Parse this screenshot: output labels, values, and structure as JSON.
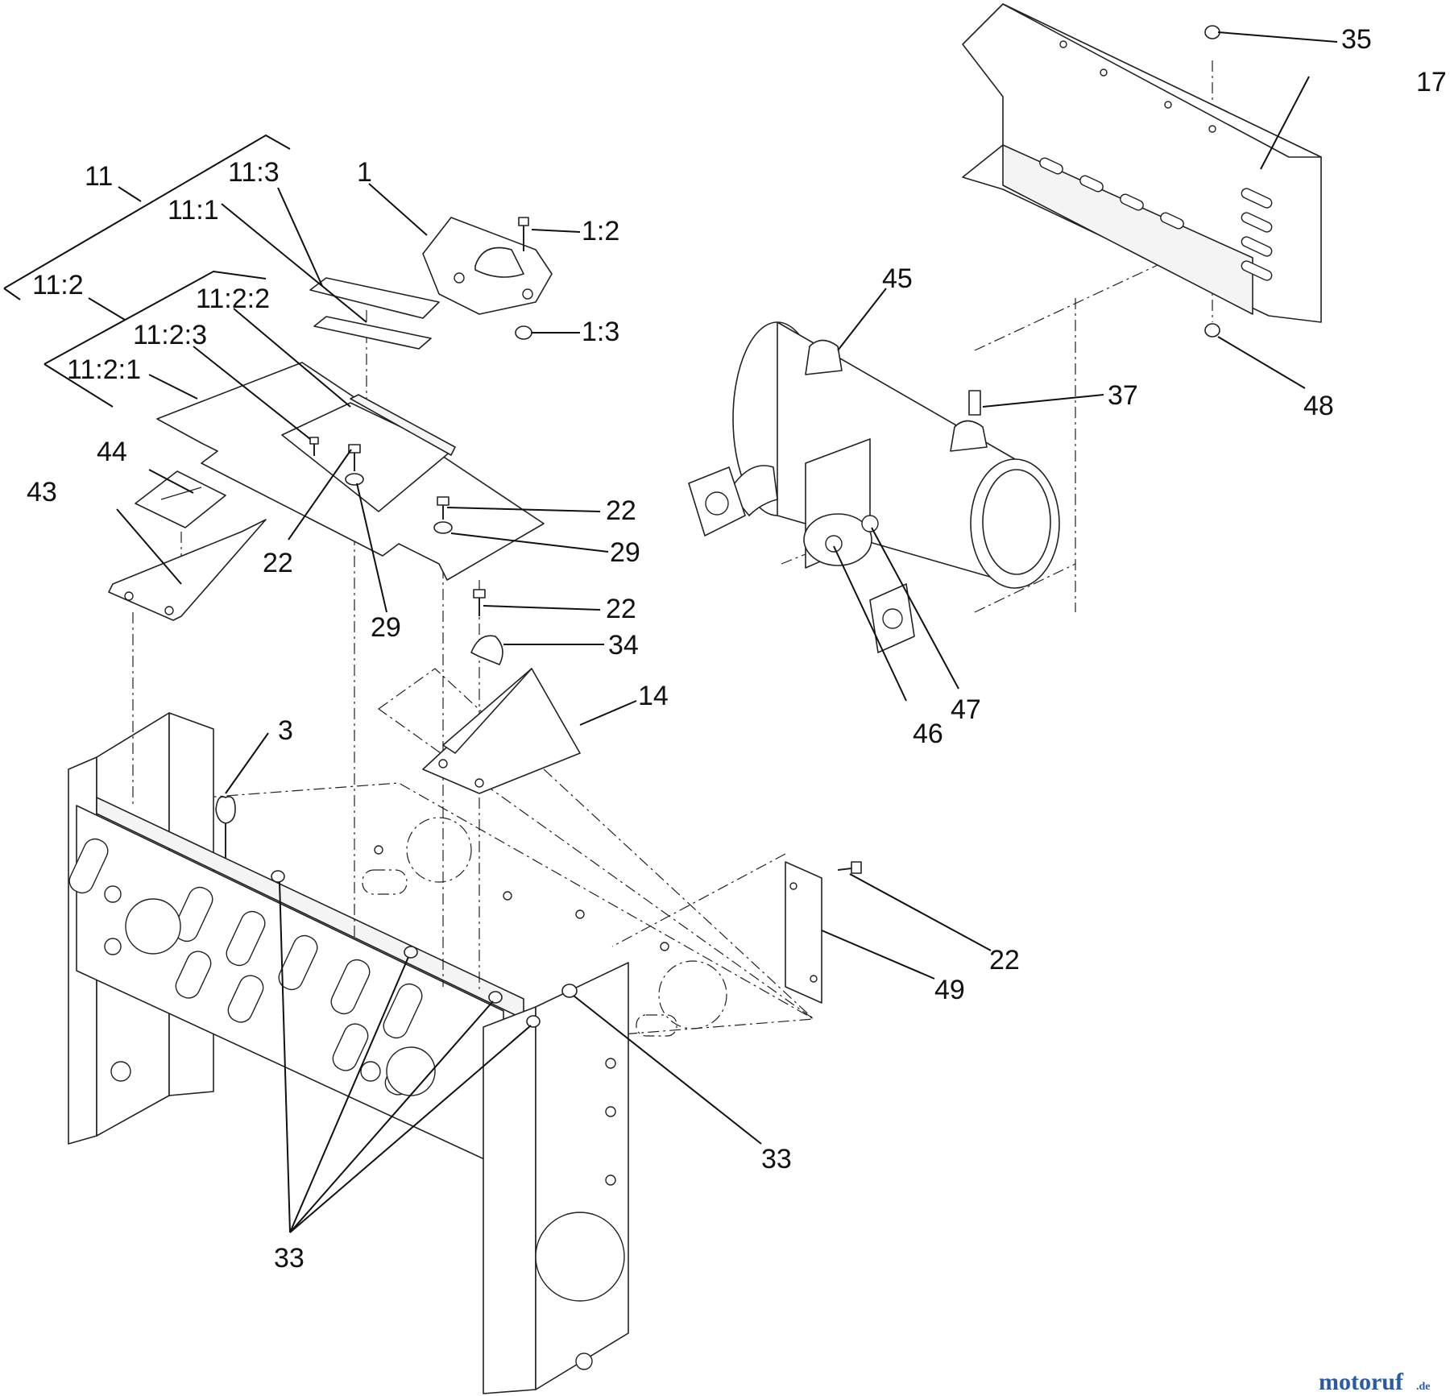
{
  "callouts": {
    "c11": "11",
    "c11_1": "11:1",
    "c11_2": "11:2",
    "c11_3": "11:3",
    "c11_2_1": "11:2:1",
    "c11_2_2": "11:2:2",
    "c11_2_3": "11:2:3",
    "c1": "1",
    "c1_2": "1:2",
    "c1_3": "1:3",
    "c3": "3",
    "c14": "14",
    "c17": "17",
    "c22_a": "22",
    "c22_b": "22",
    "c22_c": "22",
    "c22_d": "22",
    "c29_a": "29",
    "c29_b": "29",
    "c33_a": "33",
    "c33_b": "33",
    "c34": "34",
    "c35": "35",
    "c37": "37",
    "c43": "43",
    "c44": "44",
    "c45": "45",
    "c46": "46",
    "c47": "47",
    "c48": "48",
    "c49": "49"
  },
  "watermark": {
    "main": "motoruf",
    "tld": ".de",
    "color": "#2a5aa6"
  }
}
